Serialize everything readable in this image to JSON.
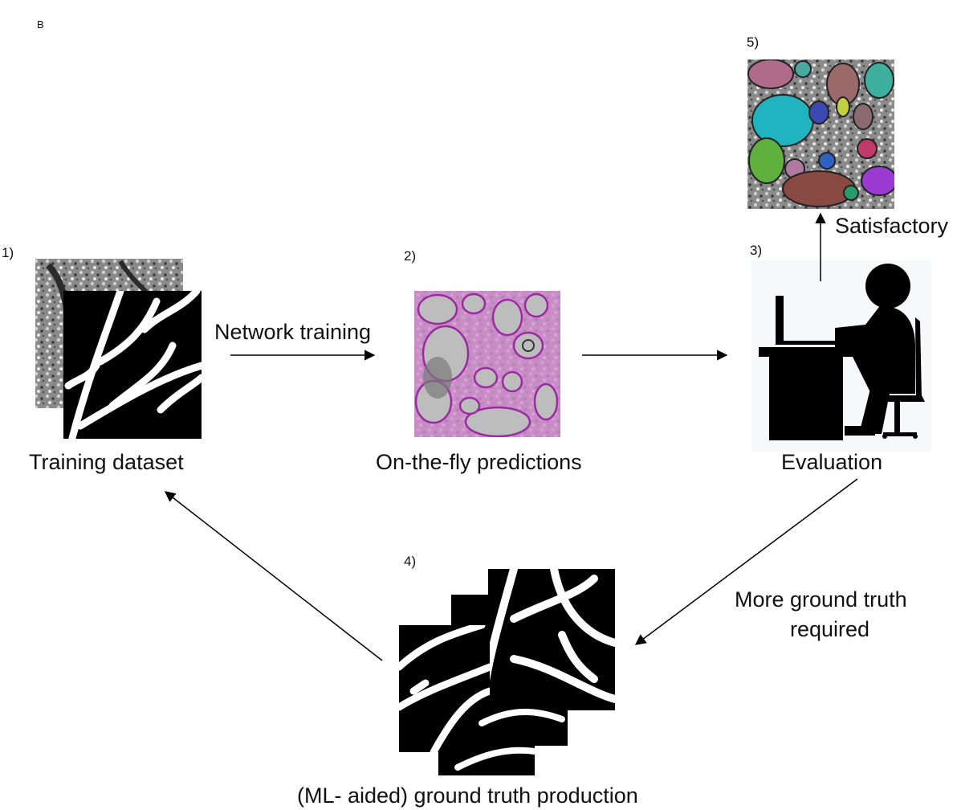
{
  "panel_letter": "B",
  "steps": [
    {
      "number": "1)",
      "label": "Training dataset"
    },
    {
      "number": "2)",
      "label": "On-the-fly predictions"
    },
    {
      "number": "3)",
      "label": "Evaluation"
    },
    {
      "number": "4)",
      "label": "(ML- aided) ground truth production"
    },
    {
      "number": "5)",
      "label": ""
    }
  ],
  "arrows": {
    "training": "Network training",
    "satisfactory": "Satisfactory",
    "more_gt_line1": "More ground truth",
    "more_gt_line2": "required"
  },
  "colors": {
    "prediction_tint": "#d98fd6",
    "membrane_purple": "#9c2aa0",
    "foreground": "#000000"
  },
  "icons": [
    "em-grayscale-image",
    "binary-mask-image",
    "prediction-overlay-image",
    "person-at-computer-icon",
    "segmentation-result-image"
  ]
}
